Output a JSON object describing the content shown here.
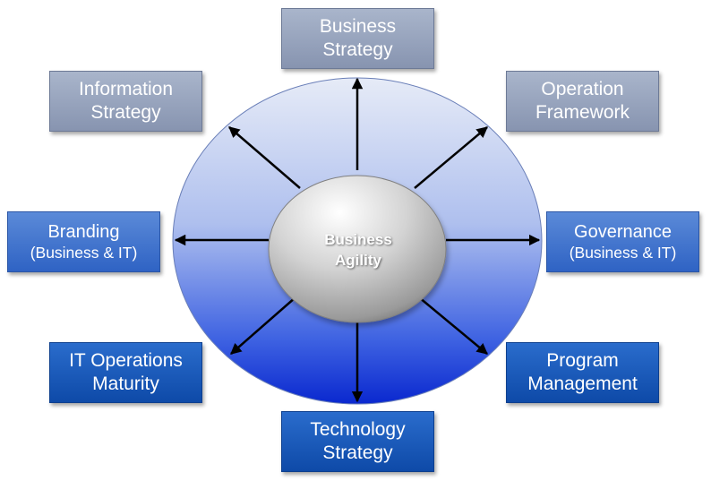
{
  "center": {
    "line1": "Business",
    "line2": "Agility"
  },
  "boxes": {
    "business_strategy": {
      "line1": "Business",
      "line2": "Strategy"
    },
    "information_strategy": {
      "line1": "Information",
      "line2": "Strategy"
    },
    "operation_framework": {
      "line1": "Operation",
      "line2": "Framework"
    },
    "branding": {
      "line1": "Branding",
      "line2": "(Business & IT)"
    },
    "governance": {
      "line1": "Governance",
      "line2": "(Business & IT)"
    },
    "it_operations": {
      "line1": "IT Operations",
      "line2": "Maturity"
    },
    "program_management": {
      "line1": "Program",
      "line2": "Management"
    },
    "technology_strategy": {
      "line1": "Technology",
      "line2": "Strategy"
    }
  },
  "colors": {
    "outer_top": "#e4e9f8",
    "outer_bottom": "#0a2fd0",
    "arrow": "#000000"
  }
}
